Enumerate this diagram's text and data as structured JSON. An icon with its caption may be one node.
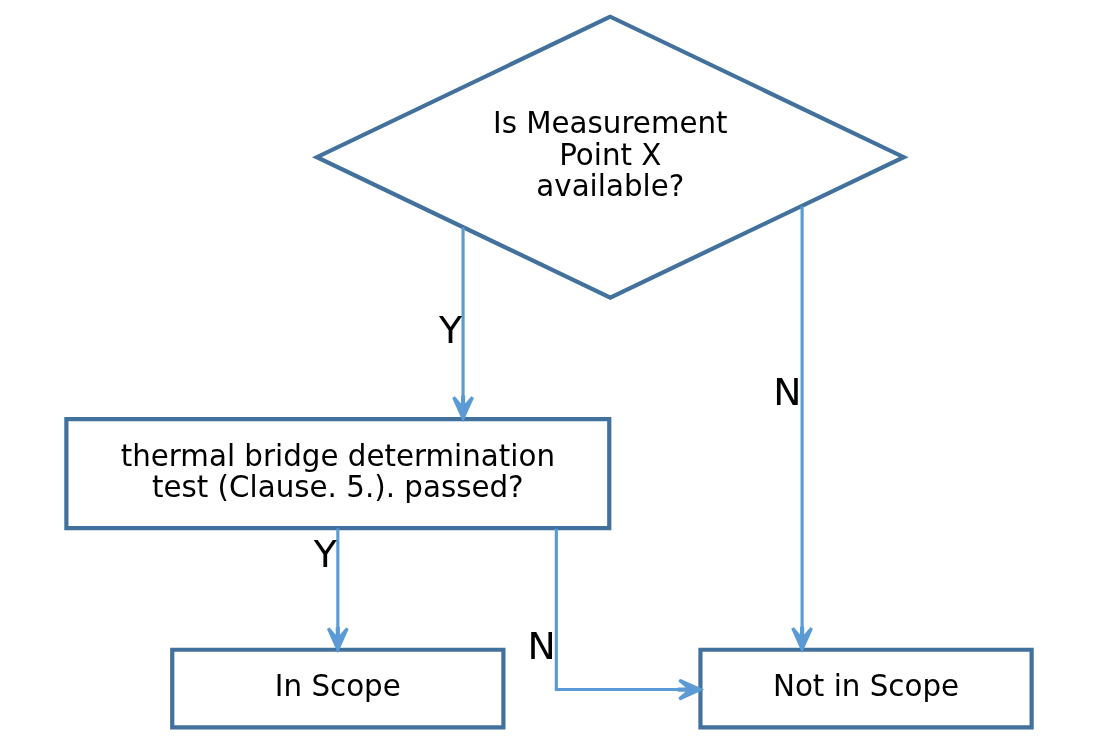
{
  "diagram": {
    "nodes": [
      {
        "text": [
          "Is Measurement Point X available?"
        ]
      },
      {
        "text": [
          "thermal bridge determination test (Clause. 5.). passed?"
        ]
      },
      {
        "text": [
          "In Scope"
        ]
      },
      {
        "text": [
          "Not in Scope"
        ]
      }
    ],
    "edges": [
      {
        "from": 0,
        "to": 1,
        "arrow": "to",
        "label": "Y"
      },
      {
        "from": 0,
        "to": 3,
        "arrow": "to",
        "label": "N"
      },
      {
        "from": 1,
        "to": 2,
        "arrow": "to",
        "label": "Y"
      },
      {
        "from": 1,
        "to": 3,
        "arrow": "to",
        "label": "N"
      }
    ]
  }
}
